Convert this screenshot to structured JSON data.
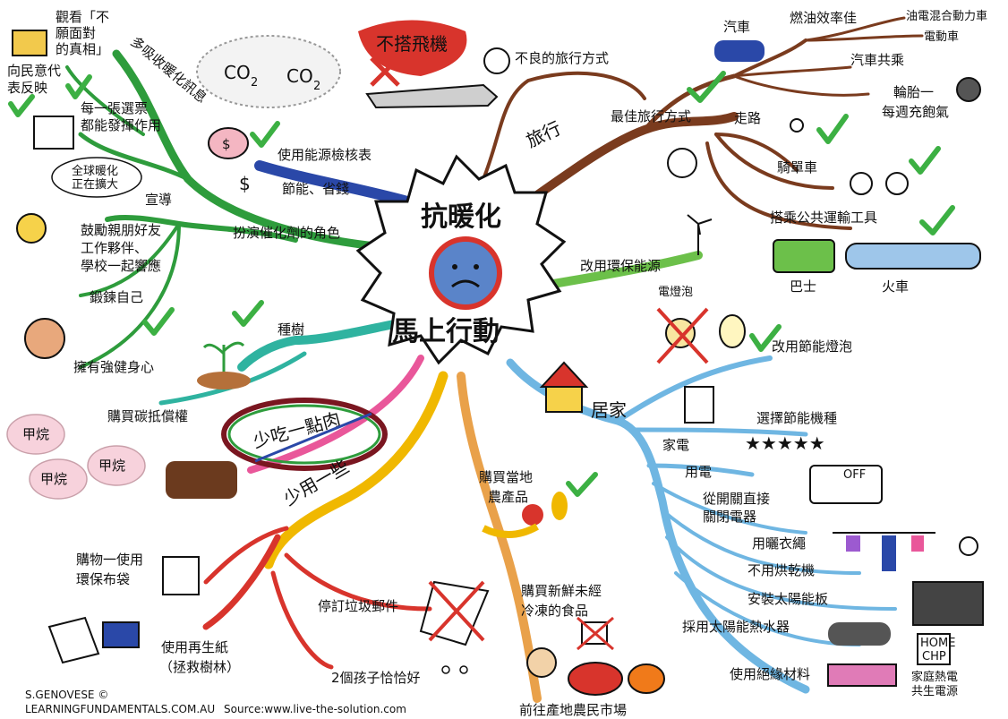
{
  "center": {
    "title_top": "抗暖化",
    "title_bottom": "馬上行動"
  },
  "credits": {
    "author": "S.GENOVESE ©",
    "site": "LEARNINGFUNDAMENTALS.COM.AU",
    "source": "Source:www.live-the-solution.com"
  },
  "advocacy": {
    "watch_l1": "觀看「不",
    "watch_l2": "願面對",
    "watch_l3": "的真相」",
    "learn": "多吸收暖化訊息",
    "reflect_l1": "向民意代",
    "reflect_l2": "表反映",
    "vote_l1": "每一張選票",
    "vote_l2": "都能發揮作用",
    "energy_check": "使用能源檢核表",
    "save": "節能、省錢",
    "bubble_l1": "全球暖化",
    "bubble_l2": "正在擴大",
    "promote": "宣導",
    "encourage_l1": "鼓勵親朋好友",
    "encourage_l2": "工作夥伴、",
    "encourage_l3": "學校一起響應",
    "catalyst": "扮演催化劑的角色",
    "exercise": "鍛鍊自己",
    "fit": "擁有強健身心"
  },
  "travel": {
    "no_fly": "不搭飛機",
    "co2": "CO",
    "co2_sub": "2",
    "bad_travel": "不良的旅行方式",
    "best_travel": "最佳旅行方式",
    "branch": "旅行",
    "car": "汽車",
    "fuel": "燃油效率佳",
    "hybrid": "油電混合動力車",
    "electric": "電動車",
    "carpool": "汽車共乘",
    "tire_l1": "輪胎一",
    "tire_l2": "每週充飽氣",
    "walk": "走路",
    "bike": "騎單車",
    "transit": "搭乘公共運輸工具",
    "bus": "巴士",
    "train": "火車"
  },
  "energy": {
    "renew": "改用環保能源",
    "bulb": "電燈泡",
    "save_bulb": "改用節能燈泡"
  },
  "home": {
    "branch": "居家",
    "appliances": "家電",
    "choose": "選擇節能機種",
    "stars": "★★★★★",
    "electricity": "用電",
    "switch_l1": "從開關直接",
    "switch_l2": "關閉電器",
    "off": "OFF",
    "line": "用曬衣繩",
    "no_dryer": "不用烘乾機",
    "solar_panel": "安裝太陽能板",
    "solar_heater": "採用太陽能熱水器",
    "insulation": "使用絕緣材料",
    "chp_l1": "HOME",
    "chp_l2": "CHP",
    "chp_label_l1": "家庭熱電",
    "chp_label_l2": "共生電源"
  },
  "food": {
    "local_l1": "購買當地",
    "local_l2": "農產品",
    "fresh_l1": "購買新鮮未經",
    "fresh_l2": "冷凍的食品",
    "market": "前往產地農民市場"
  },
  "less": {
    "trees": "種樹",
    "carbon": "購買碳抵償權",
    "methane": "甲烷",
    "less_meat": "少吃一點肉",
    "use_less": "少用一些",
    "bag_l1": "購物一使用",
    "bag_l2": "環保布袋",
    "junk": "停訂垃圾郵件",
    "paper_l1": "使用再生紙",
    "paper_l2": "（拯救樹林）",
    "kids": "2個孩子恰恰好"
  },
  "colors": {
    "green": "#2e9c3c",
    "blue": "#2a48a8",
    "brown": "#7a3b1e",
    "teal": "#2fb3a0",
    "pink": "#e9579a",
    "yellow": "#f0b800",
    "red": "#d8342c",
    "light_blue": "#6fb6e2",
    "light_green": "#6cc04a",
    "check": "#3cb043"
  }
}
